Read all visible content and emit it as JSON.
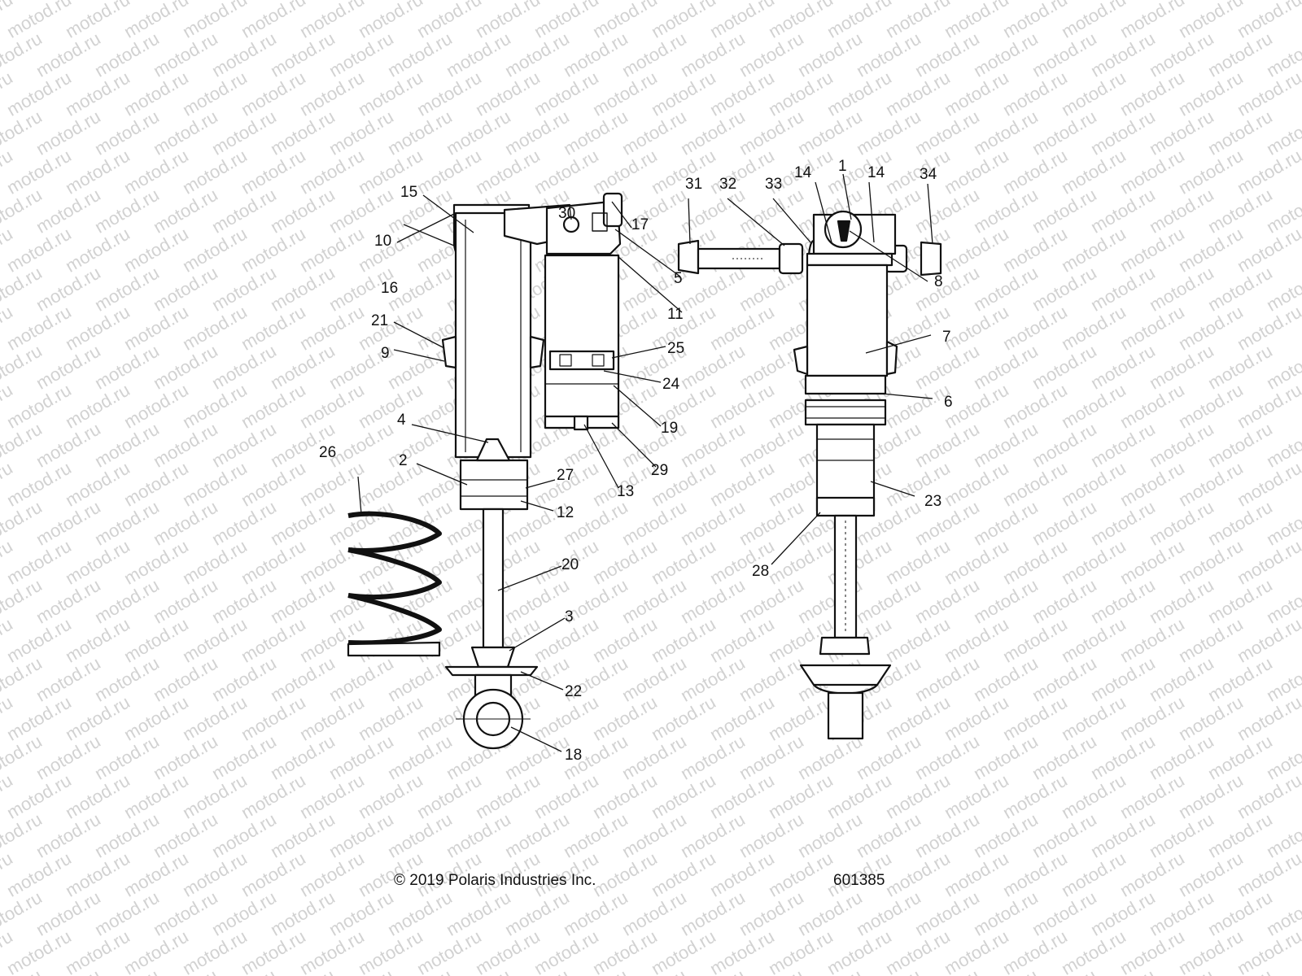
{
  "watermark": "motod.ru",
  "callouts": [
    {
      "label": "15"
    },
    {
      "label": "10"
    },
    {
      "label": "16"
    },
    {
      "label": "21"
    },
    {
      "label": "9"
    },
    {
      "label": "30"
    },
    {
      "label": "17"
    },
    {
      "label": "5"
    },
    {
      "label": "11"
    },
    {
      "label": "25"
    },
    {
      "label": "24"
    },
    {
      "label": "19"
    },
    {
      "label": "29"
    },
    {
      "label": "13"
    },
    {
      "label": "4"
    },
    {
      "label": "26"
    },
    {
      "label": "2"
    },
    {
      "label": "27"
    },
    {
      "label": "12"
    },
    {
      "label": "20"
    },
    {
      "label": "3"
    },
    {
      "label": "22"
    },
    {
      "label": "18"
    },
    {
      "label": "31"
    },
    {
      "label": "32"
    },
    {
      "label": "33"
    },
    {
      "label": "14"
    },
    {
      "label": "1"
    },
    {
      "label": "14"
    },
    {
      "label": "34"
    },
    {
      "label": "8"
    },
    {
      "label": "7"
    },
    {
      "label": "6"
    },
    {
      "label": "23"
    },
    {
      "label": "28"
    }
  ],
  "footer": {
    "copyright": "© 2019 Polaris Industries Inc.",
    "figure_number": "601385"
  }
}
